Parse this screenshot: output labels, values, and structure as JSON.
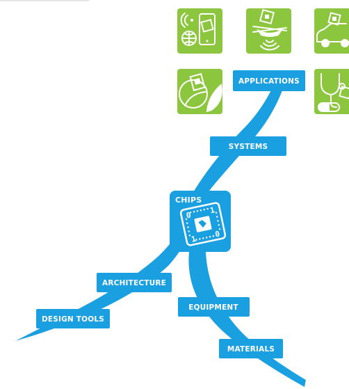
{
  "colors": {
    "ribbon": "#1a9fe0",
    "label_box": "#1a9fe0",
    "label_text": "#ffffff",
    "tile_green": "#8cc63e",
    "tile_icon": "#ffffff"
  },
  "nodes": {
    "design_tools": "DESIGN TOOLS",
    "architecture": "ARCHITECTURE",
    "chips": "CHIPS",
    "equipment": "EQUIPMENT",
    "materials": "MATERIALS",
    "systems": "SYSTEMS",
    "applications": "APPLICATIONS"
  },
  "chip_digits": {
    "top_left": "0",
    "top_right": "1",
    "bottom_left": "1",
    "bottom_right": "0"
  },
  "application_tiles": [
    {
      "icon": "smartphone-globe-icon"
    },
    {
      "icon": "drone-chip-icon"
    },
    {
      "icon": "car-chip-icon"
    },
    {
      "icon": "leaf-chip-icon"
    },
    {
      "icon": "stethoscope-pill-icon"
    }
  ]
}
